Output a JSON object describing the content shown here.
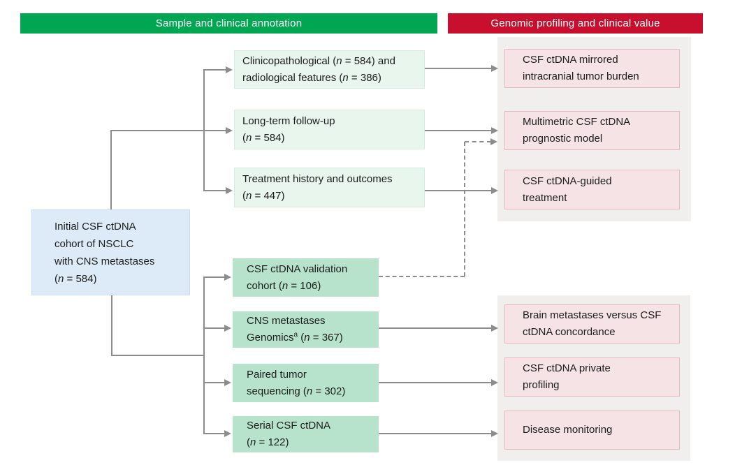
{
  "figure": {
    "type": "cohort-flow-diagram",
    "sample_banner": "Sample and clinical annotation",
    "genomic_banner": "Genomic profiling and clinical value"
  },
  "cohort": {
    "lines": [
      "Initial CSF ctDNA",
      "cohort of NSCLC",
      "with CNS metastases",
      "(*n* = 584)"
    ]
  },
  "annotation": {
    "clinicopathological": [
      "Clinicopathological (*n* = 584) and",
      "radiological features (*n* = 386)"
    ],
    "follow_up": [
      "Long-term follow-up",
      "(*n* = 584)"
    ],
    "treatment_history": [
      "Treatment history and outcomes",
      "(*n* = 447)"
    ],
    "validation_cohort": [
      "CSF ctDNA validation",
      "cohort (*n* = 106)"
    ],
    "cns_genomics": [
      "CNS metastases",
      "Genomics^a^ (*n* = 367)"
    ],
    "paired_tumor": [
      "Paired tumor",
      "sequencing (*n* = 302)"
    ],
    "serial_csf": [
      "Serial CSF ctDNA",
      "(*n* = 122)"
    ]
  },
  "profiling": {
    "tumor_burden": [
      "CSF ctDNA mirrored",
      "intracranial tumor burden"
    ],
    "prognostic_model": [
      "Multimetric CSF ctDNA",
      "prognostic model"
    ],
    "guided_treatment": [
      "CSF ctDNA-guided",
      "treatment"
    ],
    "concordance": [
      "Brain metastases versus CSF",
      "ctDNA concordance"
    ],
    "private_profiling": [
      "CSF ctDNA private",
      "profiling"
    ],
    "disease_monitoring": [
      "Disease monitoring"
    ]
  },
  "colors": {
    "sample_banner": "#00a651",
    "genomic_banner": "#c8102e",
    "annotation_light_fill": "#e8f6ee",
    "annotation_light_border": "#d2ecdd",
    "annotation_dark_fill": "#b7e3cc",
    "cohort_fill": "#ddeaf7",
    "cohort_border": "#c6dcef",
    "profiling_fill": "#f5e3e5",
    "profiling_border": "#e5b9be",
    "panel_fill": "#f0efee",
    "connector": "#8c8c8c",
    "text": "#1c1c1c"
  }
}
